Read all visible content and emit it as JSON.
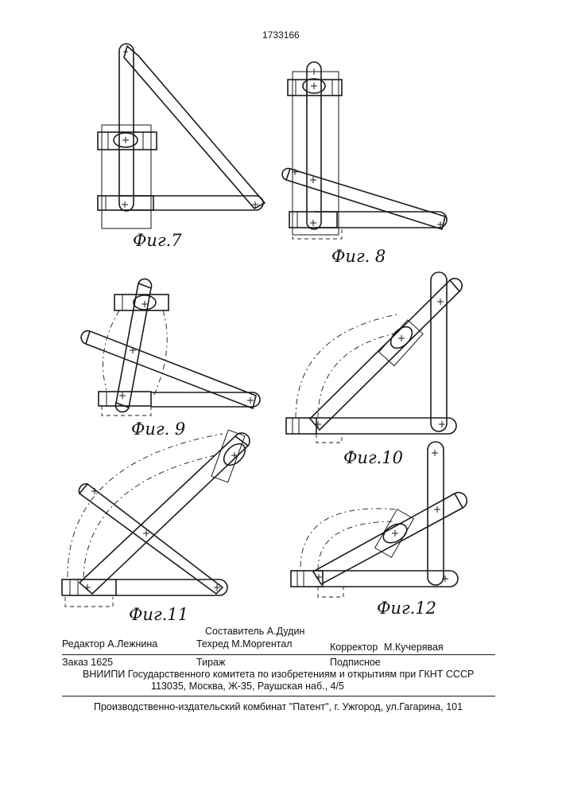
{
  "patent_number": "1733166",
  "figures": [
    {
      "id": "fig7",
      "label": "Фиг.7"
    },
    {
      "id": "fig8",
      "label": "Фиг. 8"
    },
    {
      "id": "fig9",
      "label": "Фиг. 9"
    },
    {
      "id": "fig10",
      "label": "Фиг.10"
    },
    {
      "id": "fig11",
      "label": "Фиг.11"
    },
    {
      "id": "fig12",
      "label": "Фиг.12"
    }
  ],
  "colophon": {
    "compiler": "Составитель А.Дудин",
    "editor": "Редактор А.Лежнина",
    "techred": "Техред М.Моргентал",
    "corrector": "Корректор",
    "corrector_name": "М.Кучерявая",
    "order": "Заказ 1625",
    "circulation": "Тираж",
    "subscription": "Подписное",
    "institute": "ВНИИПИ Государственного комитета по изобретениям и открытиям при ГКНТ СССР",
    "address": "113035, Москва, Ж-35, Раушская наб., 4/5",
    "printer": "Производственно-издательский комбинат \"Патент\", г. Ужгород, ул.Гагарина, 101"
  }
}
